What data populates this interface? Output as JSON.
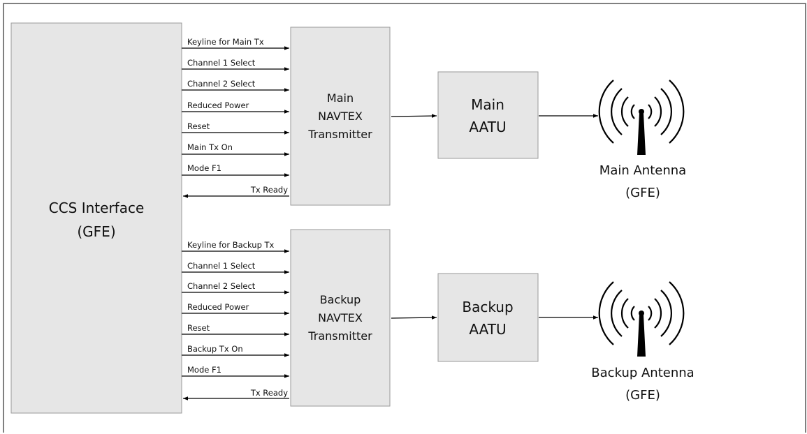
{
  "diagram": {
    "ccs": {
      "line1": "CCS Interface",
      "line2": "(GFE)"
    },
    "main": {
      "transmitter": {
        "line1": "Main",
        "line2": "NAVTEX",
        "line3": "Transmitter"
      },
      "aatu": {
        "line1": "Main",
        "line2": "AATU"
      },
      "antenna": {
        "line1": "Main Antenna",
        "line2": "(GFE)"
      },
      "signals": [
        "Keyline for Main Tx",
        "Channel 1 Select",
        "Channel 2 Select",
        "Reduced Power",
        "Reset",
        "Main Tx On",
        "Mode F1"
      ],
      "return_signal": "Tx Ready"
    },
    "backup": {
      "transmitter": {
        "line1": "Backup",
        "line2": "NAVTEX",
        "line3": "Transmitter"
      },
      "aatu": {
        "line1": "Backup",
        "line2": "AATU"
      },
      "antenna": {
        "line1": "Backup Antenna",
        "line2": "(GFE)"
      },
      "signals": [
        "Keyline for Backup Tx",
        "Channel 1 Select",
        "Channel 2 Select",
        "Reduced Power",
        "Reset",
        "Backup Tx On",
        "Mode F1"
      ],
      "return_signal": "Tx Ready"
    },
    "colors": {
      "block_fill": "#e6e6e6",
      "block_border": "#9a9a9a",
      "line": "#000000",
      "frame": "#808080"
    }
  }
}
